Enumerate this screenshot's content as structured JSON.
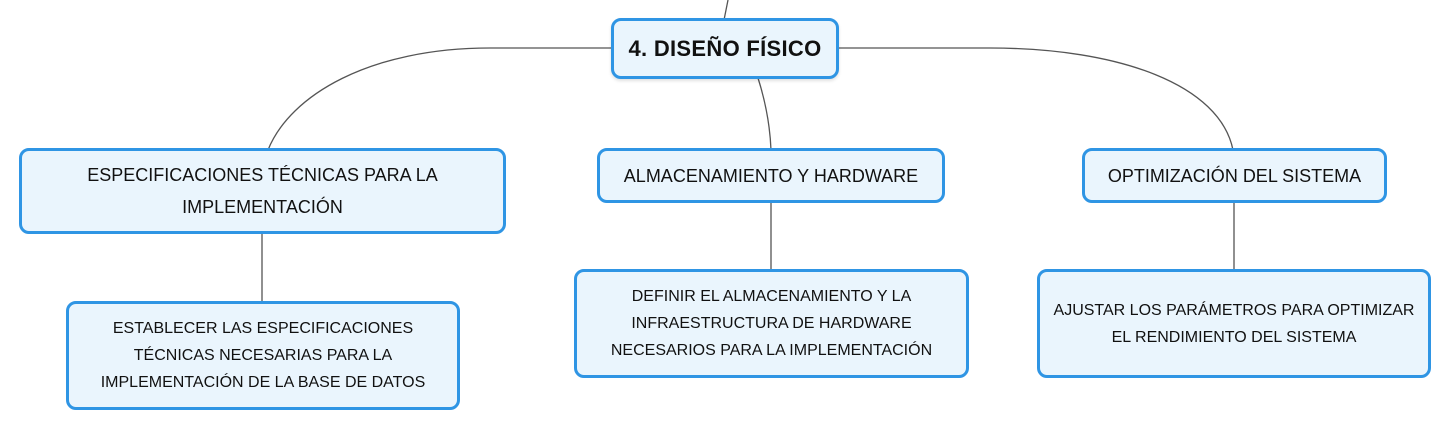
{
  "colors": {
    "node_border": "#2f95e4",
    "node_fill": "#eaf5fd",
    "connector": "#555555"
  },
  "root": {
    "label": "4. DISEÑO FÍSICO"
  },
  "branches": [
    {
      "label": "ESPECIFICACIONES TÉCNICAS PARA LA IMPLEMENTACIÓN",
      "child": "ESTABLECER LAS ESPECIFICACIONES TÉCNICAS NECESARIAS PARA LA IMPLEMENTACIÓN DE LA BASE DE DATOS"
    },
    {
      "label": "ALMACENAMIENTO Y HARDWARE",
      "child": "DEFINIR EL ALMACENAMIENTO Y LA INFRAESTRUCTURA DE HARDWARE NECESARIOS PARA LA IMPLEMENTACIÓN"
    },
    {
      "label": "OPTIMIZACIÓN DEL SISTEMA",
      "child": "AJUSTAR LOS PARÁMETROS PARA OPTIMIZAR EL RENDIMIENTO DEL SISTEMA"
    }
  ]
}
